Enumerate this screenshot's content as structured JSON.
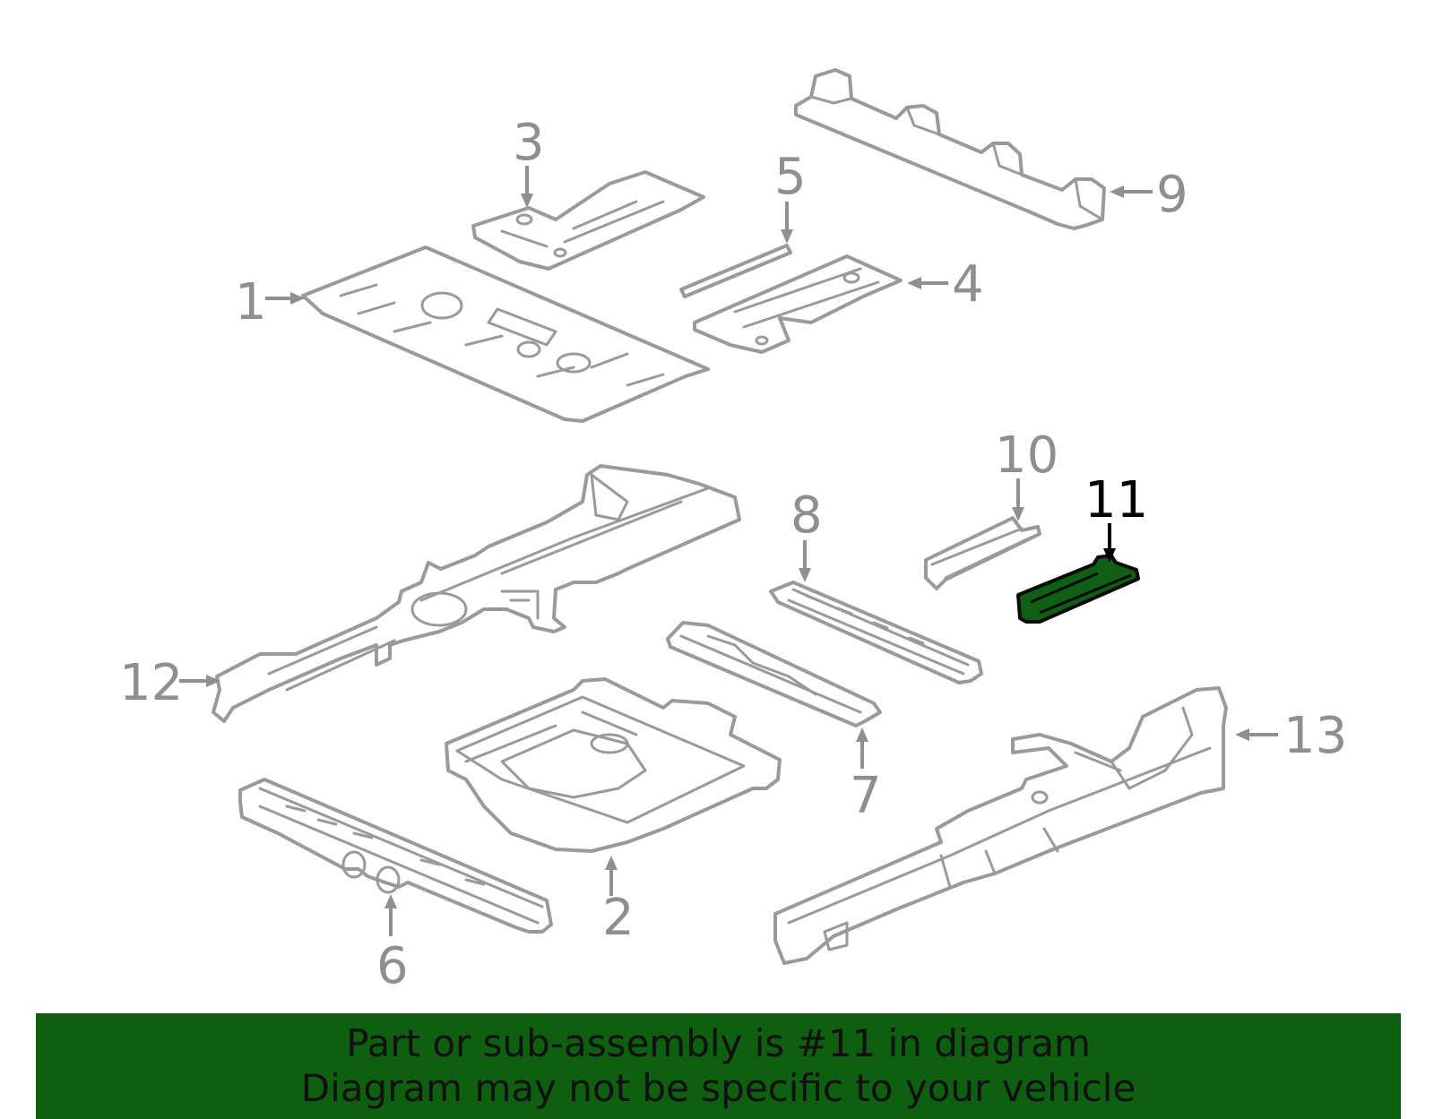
{
  "diagram": {
    "highlight_color": "#0f5f14",
    "labels": {
      "p1": "1",
      "p2": "2",
      "p3": "3",
      "p4": "4",
      "p5": "5",
      "p6": "6",
      "p7": "7",
      "p8": "8",
      "p9": "9",
      "p10": "10",
      "p11": "11",
      "p12": "12",
      "p13": "13"
    }
  },
  "banner": {
    "background": "#0f5f10",
    "line1": "Part or sub-assembly is #11 in diagram",
    "line2": "Diagram may not be specific to your vehicle"
  }
}
